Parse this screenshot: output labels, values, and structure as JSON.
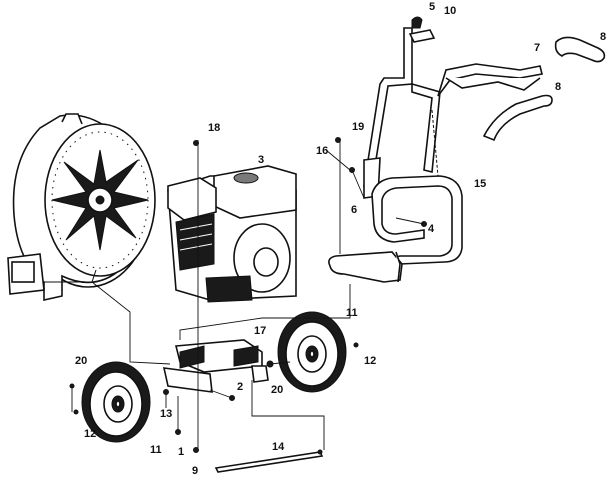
{
  "callouts": [
    {
      "id": "c1",
      "text": "1"
    },
    {
      "id": "c2",
      "text": "2"
    },
    {
      "id": "c3",
      "text": "3"
    },
    {
      "id": "c4",
      "text": "4"
    },
    {
      "id": "c5",
      "text": "5"
    },
    {
      "id": "c6",
      "text": "6"
    },
    {
      "id": "c7",
      "text": "7"
    },
    {
      "id": "c8a",
      "text": "8"
    },
    {
      "id": "c8b",
      "text": "8"
    },
    {
      "id": "c9",
      "text": "9"
    },
    {
      "id": "c10",
      "text": "10"
    },
    {
      "id": "c11a",
      "text": "11"
    },
    {
      "id": "c11b",
      "text": "11"
    },
    {
      "id": "c12a",
      "text": "12"
    },
    {
      "id": "c12b",
      "text": "12"
    },
    {
      "id": "c13",
      "text": "13"
    },
    {
      "id": "c14",
      "text": "14"
    },
    {
      "id": "c15",
      "text": "15"
    },
    {
      "id": "c16",
      "text": "16"
    },
    {
      "id": "c17",
      "text": "17"
    },
    {
      "id": "c18",
      "text": "18"
    },
    {
      "id": "c19",
      "text": "19"
    },
    {
      "id": "c20a",
      "text": "20"
    },
    {
      "id": "c20b",
      "text": "20"
    }
  ]
}
